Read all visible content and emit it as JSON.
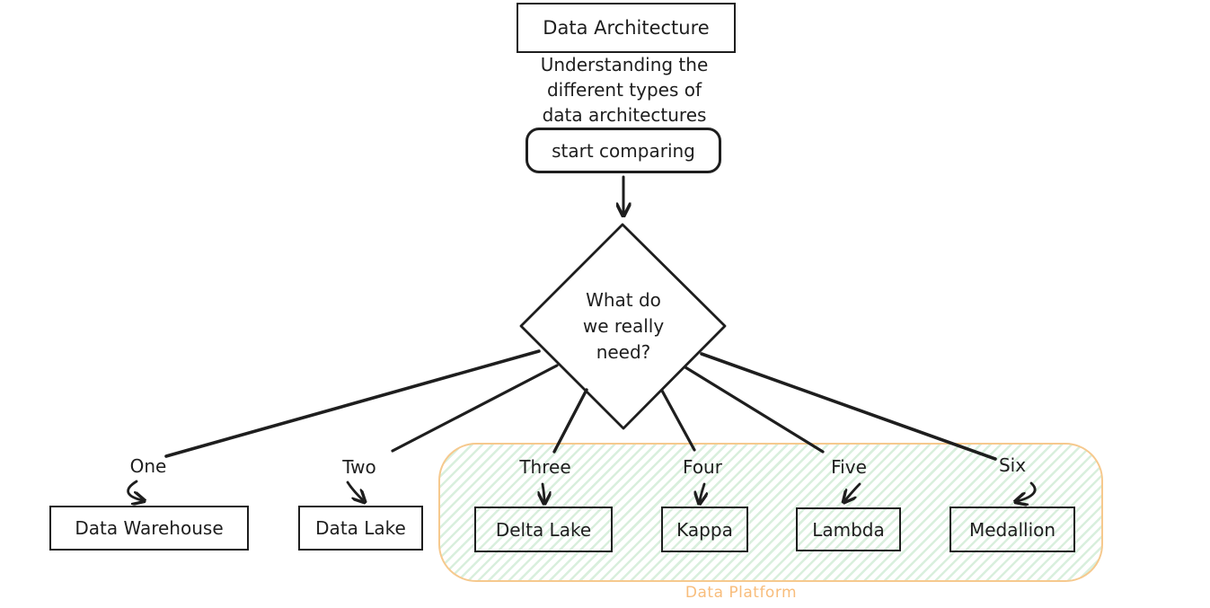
{
  "header": {
    "title": "Data Architecture",
    "subtitle": "Understanding the\ndifferent types of\ndata architectures",
    "action_label": "start comparing"
  },
  "decision": {
    "question": "What do\nwe really\nneed?"
  },
  "options": [
    {
      "label": "One",
      "target": "Data Warehouse",
      "in_platform": false
    },
    {
      "label": "Two",
      "target": "Data Lake",
      "in_platform": false
    },
    {
      "label": "Three",
      "target": "Delta Lake",
      "in_platform": true
    },
    {
      "label": "Four",
      "target": "Kappa",
      "in_platform": true
    },
    {
      "label": "Five",
      "target": "Lambda",
      "in_platform": true
    },
    {
      "label": "Six",
      "target": "Medallion",
      "in_platform": true
    }
  ],
  "platform": {
    "label": "Data Platform"
  },
  "colors": {
    "ink": "#1e1e1e",
    "platform_border": "#f6c98e",
    "platform_label": "#f8bd7c",
    "platform_hatch": "#d9efdd",
    "background": "#ffffff"
  }
}
